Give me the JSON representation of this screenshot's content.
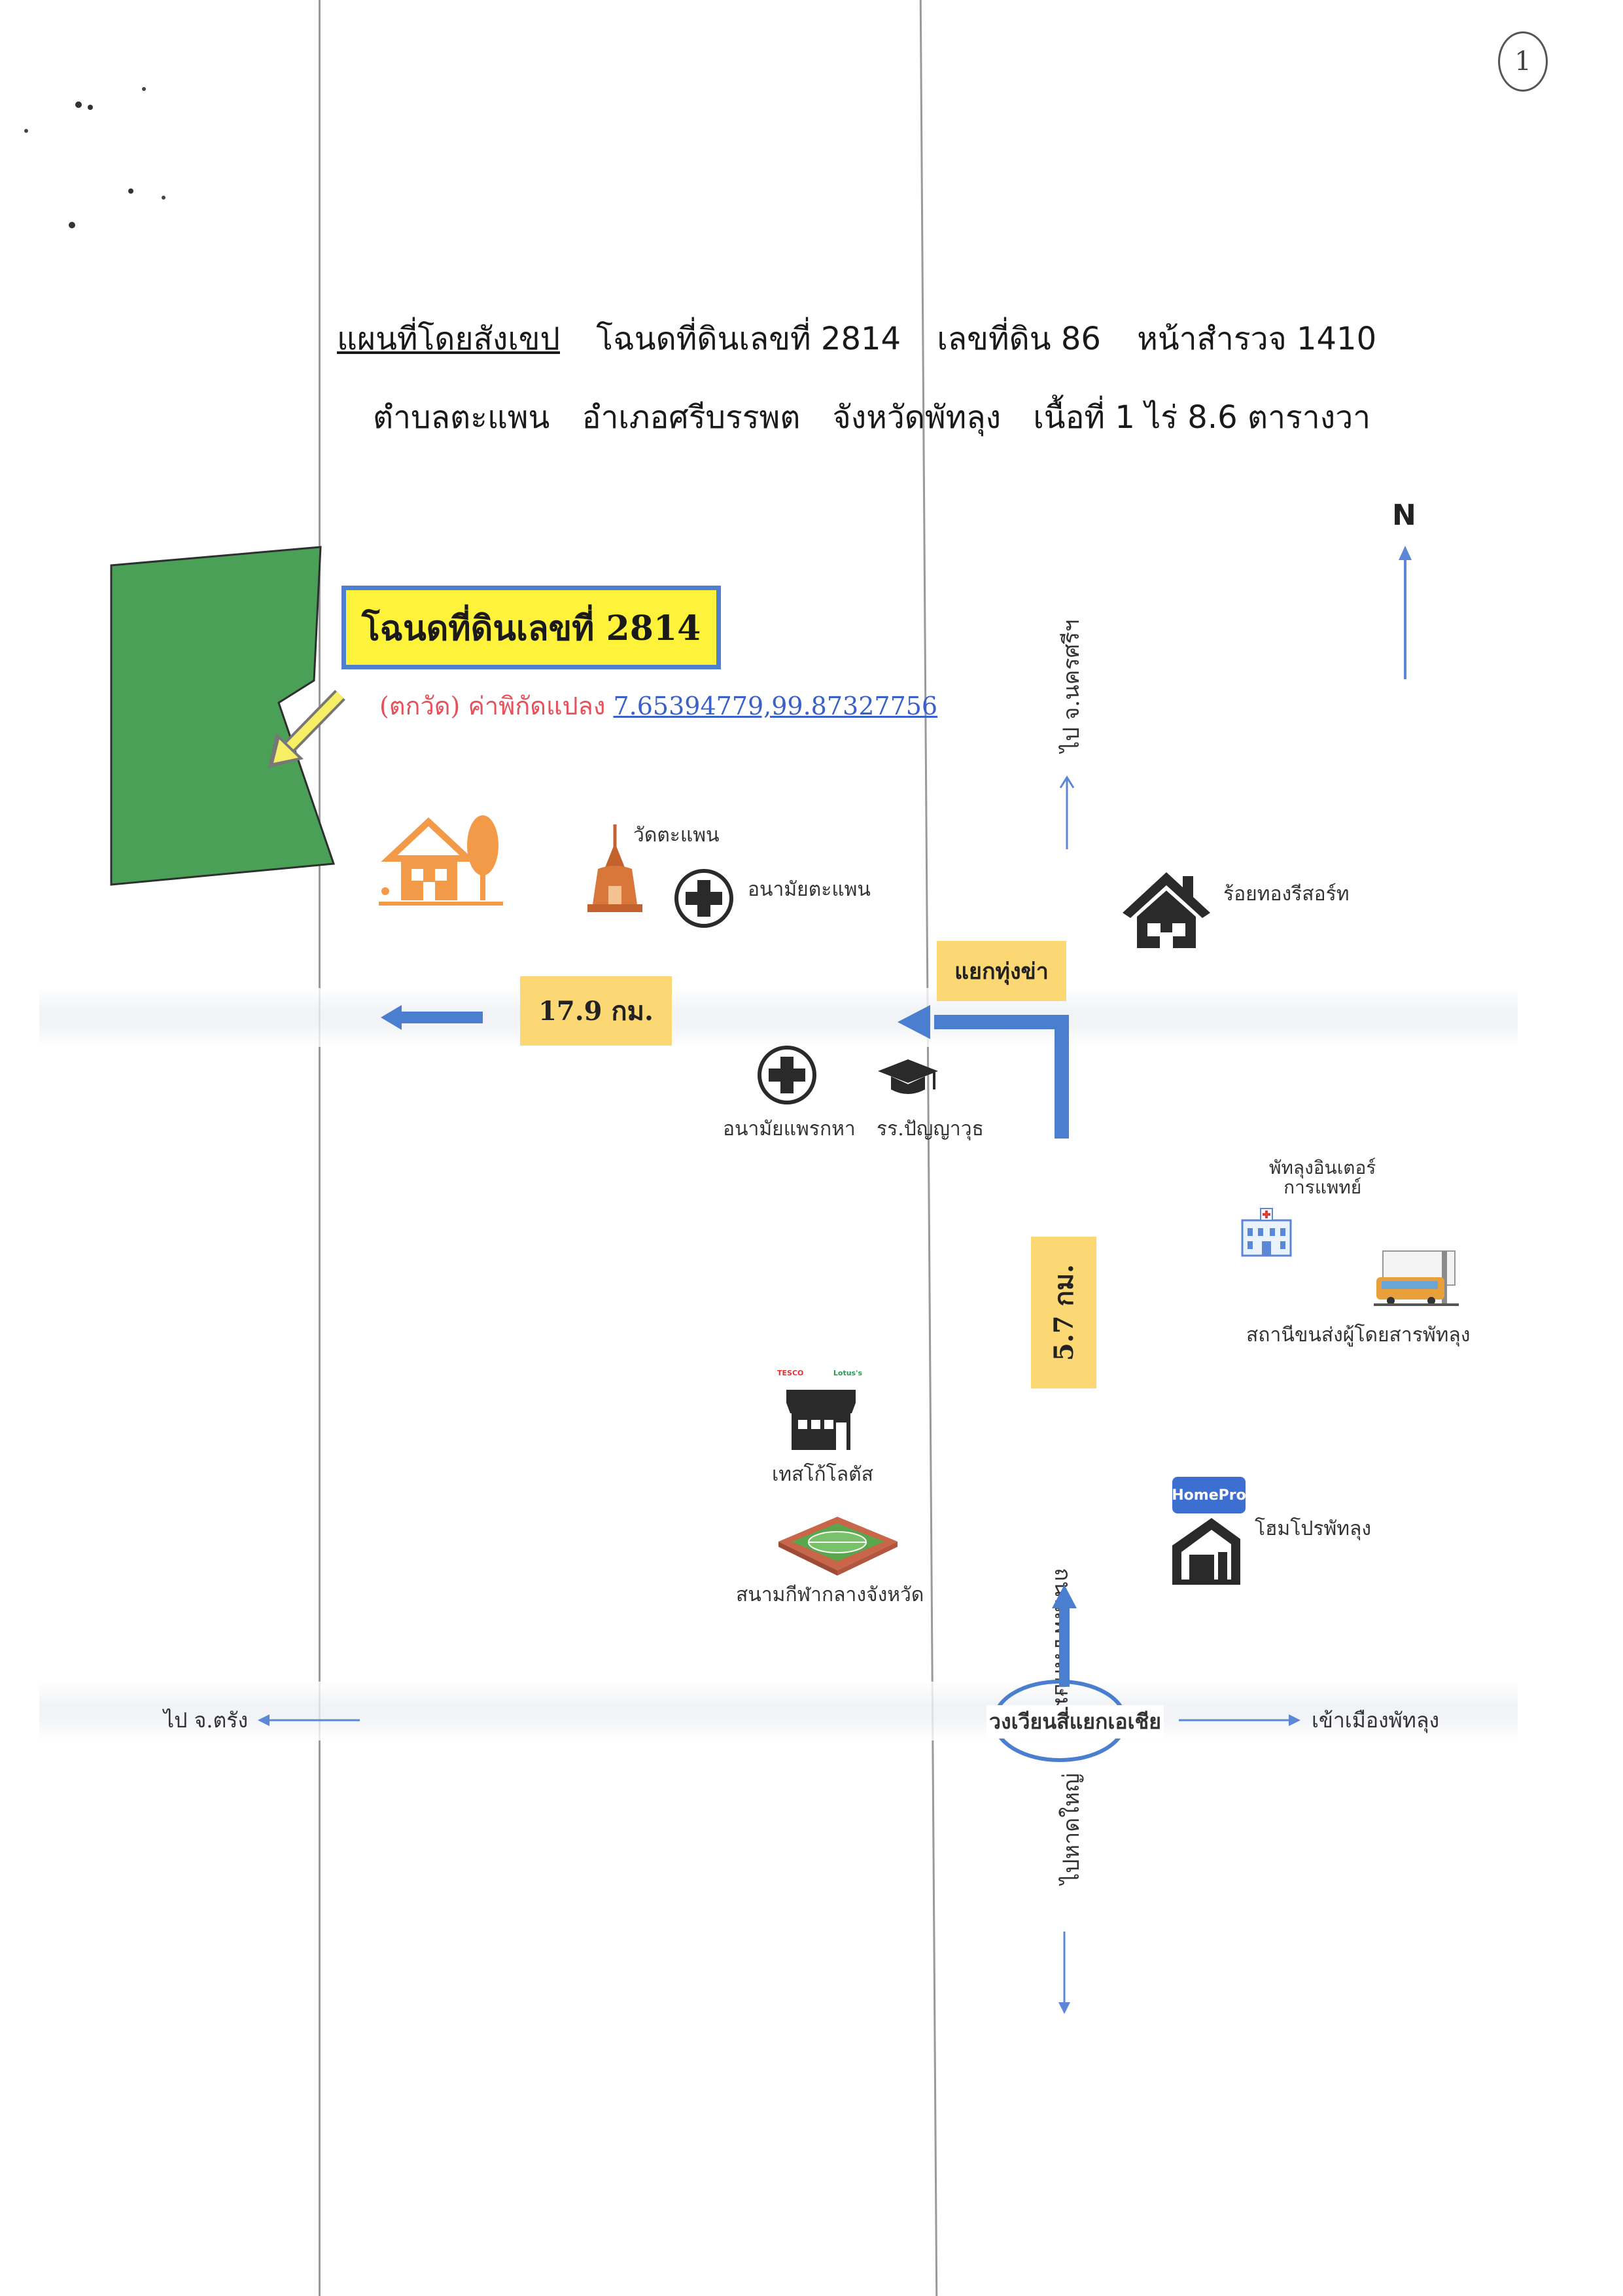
{
  "page_mark": "1",
  "title": {
    "line1": {
      "heading": "แผนที่โดยสังเขป",
      "deed": "โฉนดที่ดินเลขที่ 2814",
      "land_no": "เลขที่ดิน 86",
      "survey_page": "หน้าสำรวจ 1410"
    },
    "line2": {
      "subdistrict": "ตำบลตะแพน",
      "district": "อำเภอศรีบรรพต",
      "province": "จังหวัดพัทลุง",
      "area": "เนื้อที่ 1 ไร่ 8.6 ตารางวา"
    }
  },
  "north_label": "N",
  "parcel": {
    "fill_color": "#4aa057",
    "label": "โฉนดที่ดินเลขที่ 2814",
    "coord_prefix": "(ตกวัด)",
    "coord_label": "ค่าพิกัดแปลง",
    "coord_value": "7.65394779,99.87327756"
  },
  "places": {
    "temple": "วัดตะแพน",
    "health_tapaen": "อนามัยตะแพน",
    "resort": "ร้อยทองรีสอร์ท",
    "junction": "แยกทุ่งข่า",
    "health_praekha": "อนามัยแพรกหา",
    "school": "รร.ปัญญาวุธ",
    "hospital": "พัทลุงอินเตอร์\nการแพทย์",
    "bus_station": "สถานีขนส่งผู้โดยสารพัทลุง",
    "tesco": "เทสโก้โลตัส",
    "tesco_logo_left": "TESCO",
    "tesco_logo_right": "Lotus's",
    "stadium": "สนามกีฬากลางจังหวัด",
    "homepro": "โฮมโปรพัทลุง",
    "homepro_logo": "HomePro",
    "roundabout": "วงเวียนสี่แยกเอเชีย"
  },
  "roads": {
    "to_nakhon": "ไป จ.นครศรีฯ",
    "highway": "ถนนเพชรเกษม",
    "to_trang": "ไป จ.ตรัง",
    "to_city": "เข้าเมืองพัทลุง",
    "to_hatyai": "ไปหาดใหญ่"
  },
  "distances": {
    "west_leg": "17.9 กม.",
    "north_leg": "5.7 กม."
  },
  "colors": {
    "route_blue": "#4a7fd0",
    "label_yellow": "#fbd874",
    "box_yellow": "#fff23a",
    "icon_orange": "#f39a48",
    "temple_brown": "#c4622d",
    "thin_arrow": "#5b87d6"
  }
}
